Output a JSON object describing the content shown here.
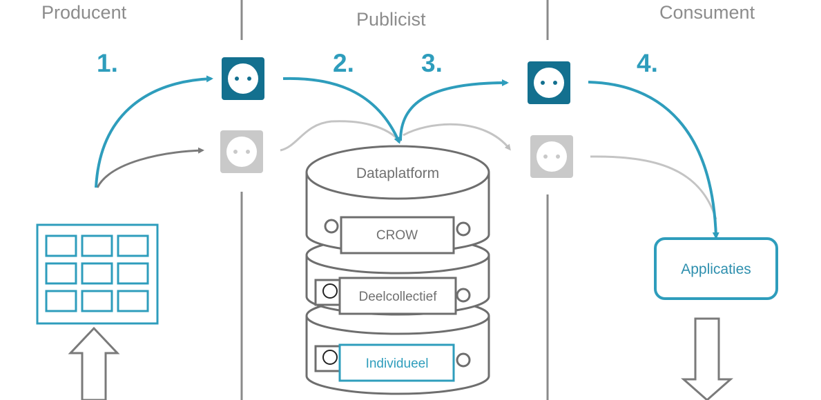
{
  "columns": {
    "producer": "Producent",
    "publisher": "Publicist",
    "consumer": "Consument"
  },
  "steps": [
    "1.",
    "2.",
    "3.",
    "4."
  ],
  "database": {
    "title": "Dataplatform",
    "tiers": [
      "CROW",
      "Deelcollectief",
      "Individueel"
    ]
  },
  "application": "Applicaties",
  "icons": {
    "active_socket": "power-socket-icon",
    "inactive_socket": "power-socket-icon",
    "producer": "grid-panel-icon"
  },
  "colors": {
    "accent": "#2e9dbc",
    "socket_active": "#13708f",
    "inactive": "#c9c9c9",
    "divider": "#8a8a8a",
    "label": "#707070"
  }
}
